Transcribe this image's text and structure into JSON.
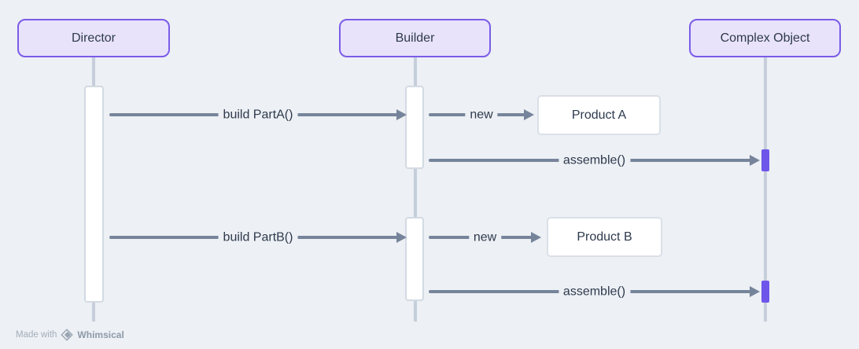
{
  "diagram": {
    "type": "sequence",
    "participants": [
      {
        "label": "Director"
      },
      {
        "label": "Builder"
      },
      {
        "label": "Complex Object"
      }
    ],
    "messages": [
      {
        "from": "Director",
        "to": "Builder",
        "label": "build PartA()"
      },
      {
        "from": "Builder",
        "to": "Product A",
        "label": "new"
      },
      {
        "from": "Builder",
        "to": "Complex Object",
        "label": "assemble()"
      },
      {
        "from": "Director",
        "to": "Builder",
        "label": "build PartB()"
      },
      {
        "from": "Builder",
        "to": "Product B",
        "label": "new"
      },
      {
        "from": "Builder",
        "to": "Complex Object",
        "label": "assemble()"
      }
    ],
    "objects": [
      {
        "label": "Product A"
      },
      {
        "label": "Product B"
      }
    ],
    "colors": {
      "canvas_bg": "#EDF0F4",
      "participant_fill": "#E8E2FB",
      "participant_border": "#7B5CE8",
      "text": "#2E3A4D",
      "arrow": "#76849B",
      "lifeline": "#C5CEDA",
      "activation_border": "#D2DAE3",
      "product_border": "#DAE0E8",
      "marker": "#6E56EB",
      "watermark_text": "#A3AEBB",
      "watermark_brand": "#8E9AA9"
    }
  },
  "watermark": {
    "made_with": "Made with",
    "brand": "Whimsical"
  }
}
